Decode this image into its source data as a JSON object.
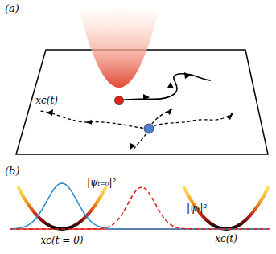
{
  "diagram": {
    "labels": [
      "(a)",
      "xc(t)",
      "(b)",
      "|ψₜ₌₀|²",
      "|ψₜ|²",
      "xc(t = 0)",
      "xc(t)"
    ]
  }
}
